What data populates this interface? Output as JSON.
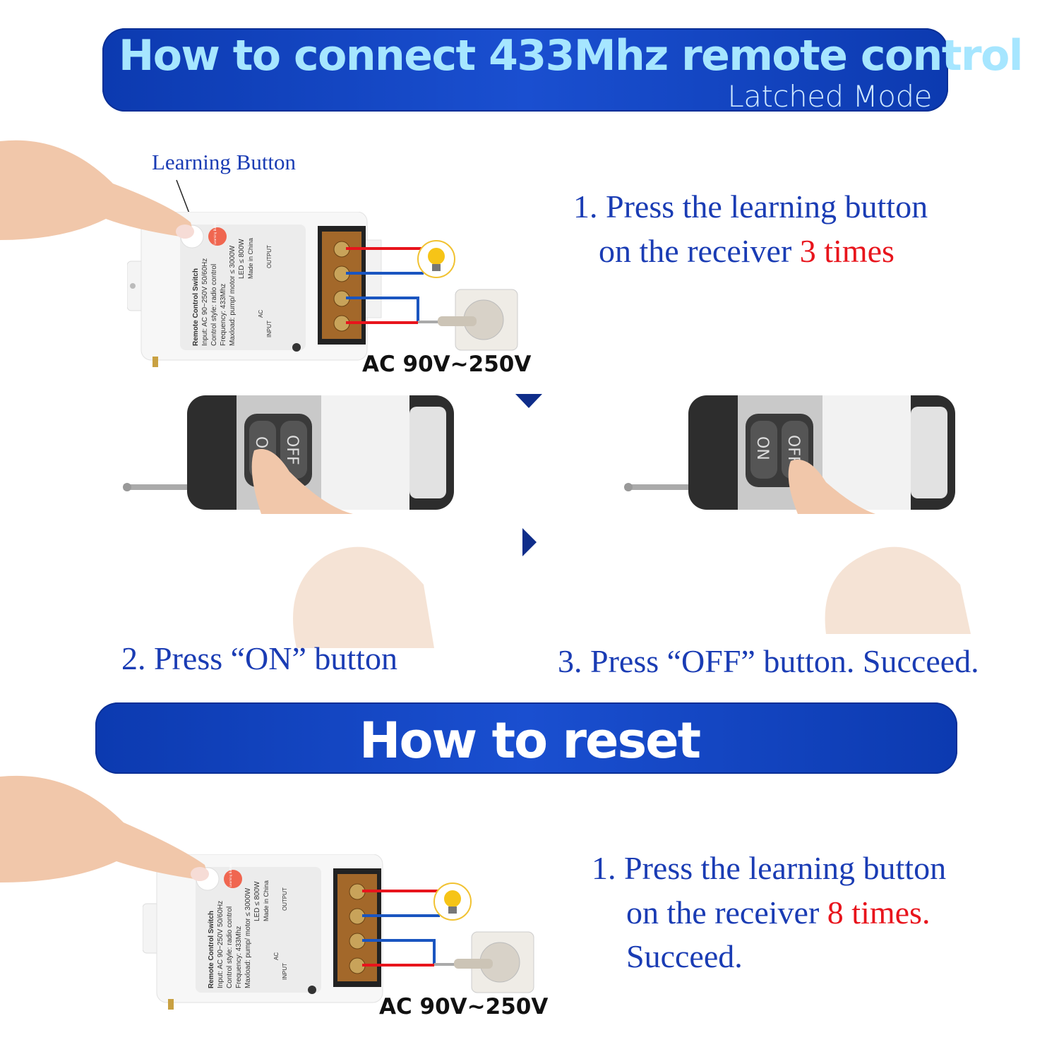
{
  "header": {
    "title": "How to connect 433Mhz remote control",
    "subtitle": "Latched Mode"
  },
  "pairing": {
    "learning_button_label": "Learning Button",
    "receiver_label": {
      "title": "Remote Control Switch",
      "input": "Input: AC 90~250V 50/60Hz",
      "style": "Control style: radio control",
      "frequency": "Frequency: 433Mhz",
      "maxload": "Maxload: pump/ motor ≤ 3000W",
      "led": "LED ≤ 800W",
      "made": "Made in China",
      "button": "Learning Button",
      "output": "OUTPUT",
      "inputlbl": "INPUT",
      "ac": "AC"
    },
    "voltage": "AC 90V~250V",
    "step1": {
      "text": "1. Press the learning button",
      "line2": "on the receiver ",
      "highlight": "3 times"
    },
    "step2": "2. Press “ON” button",
    "step3": "3. Press “OFF” button. Succeed.",
    "remote": {
      "on": "ON",
      "off": "OFF"
    }
  },
  "reset": {
    "title": "How to reset",
    "voltage": "AC 90V~250V",
    "step1": {
      "text": "1. Press the learning button",
      "line2": "on the receiver ",
      "highlight": "8 times.",
      "line3": "Succeed."
    }
  },
  "colors": {
    "banner": "#1045c0",
    "title": "#a6e6ff",
    "text": "#1a3cb4",
    "highlight": "#e8141c"
  }
}
